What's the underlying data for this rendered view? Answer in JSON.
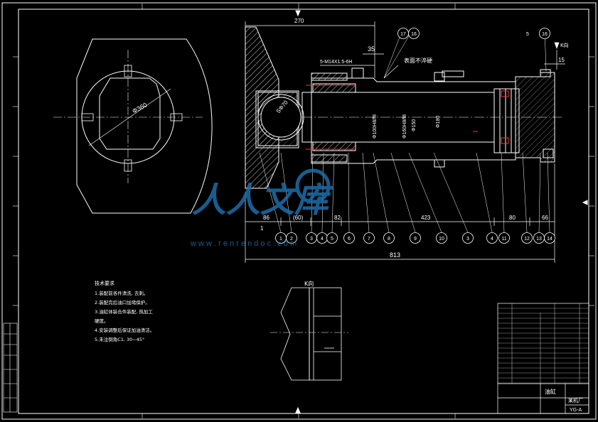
{
  "colors": {
    "background": "#000000",
    "line": "#ffffff",
    "hatch": "#ffffff",
    "highlight_red": "#ff3030",
    "highlight_blue": "#4aa8ff",
    "watermark": "#1e6ea8"
  },
  "dimensions": {
    "overall_top": "270",
    "small_35": "35",
    "thread": "5-M14X1.5-6H",
    "right_15": "15",
    "view_k": "K向",
    "bottom_86": "86",
    "bottom_60_paren": "(60)",
    "bottom_82": "82",
    "bottom_423": "423",
    "bottom_80": "80",
    "bottom_66": "66",
    "overall_bottom": "813",
    "sphere_dia": "SΦ70",
    "dia_bore": "Φ100H8/f8",
    "dia_outer": "Φ160H8/f8",
    "dia_mid": "Φ150",
    "dia_piston": "Φ180",
    "circle_dia": "Φ360",
    "label_5": "5",
    "label_1": "1"
  },
  "balloons": [
    "1",
    "2",
    "3",
    "4",
    "5",
    "6",
    "7",
    "8",
    "9",
    "10",
    "3",
    "4",
    "11",
    "12",
    "13",
    "14"
  ],
  "balloon_top": [
    "17",
    "16"
  ],
  "balloon_right": "16",
  "notes": {
    "title": "技术要求",
    "items": [
      "1.装配前各件清洗, 去刺。",
      "2.装配完后油口加堵保护。",
      "3.油缸体装合件装配, 热加工",
      "硬度。",
      "4.安装调整后保证加油清洁。",
      "5.未注倒角C1, 30~45°"
    ]
  },
  "callout_note": "表面不淬硬",
  "view_label": "K向",
  "title_block": {
    "name": "油缸",
    "drawing_no": "YG-A",
    "company": "某机厂"
  },
  "watermark": {
    "text": "人人文库",
    "url": "w w w . r e n r e n d o c . c o m"
  }
}
